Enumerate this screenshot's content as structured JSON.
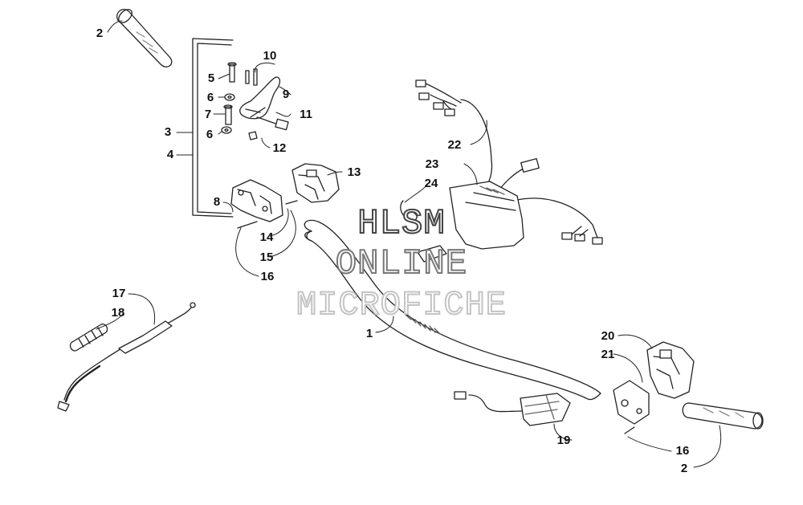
{
  "watermark": {
    "line1": "HLSM",
    "line2": "ONLINE",
    "line3": "MICROFICHE"
  },
  "callouts": [
    {
      "id": "2a",
      "label": "2"
    },
    {
      "id": "3",
      "label": "3"
    },
    {
      "id": "4",
      "label": "4"
    },
    {
      "id": "5",
      "label": "5"
    },
    {
      "id": "6a",
      "label": "6"
    },
    {
      "id": "7",
      "label": "7"
    },
    {
      "id": "6b",
      "label": "6"
    },
    {
      "id": "8",
      "label": "8"
    },
    {
      "id": "9",
      "label": "9"
    },
    {
      "id": "10",
      "label": "10"
    },
    {
      "id": "11",
      "label": "11"
    },
    {
      "id": "12",
      "label": "12"
    },
    {
      "id": "13",
      "label": "13"
    },
    {
      "id": "14",
      "label": "14"
    },
    {
      "id": "15",
      "label": "15"
    },
    {
      "id": "16a",
      "label": "16"
    },
    {
      "id": "17",
      "label": "17"
    },
    {
      "id": "18",
      "label": "18"
    },
    {
      "id": "1",
      "label": "1"
    },
    {
      "id": "22",
      "label": "22"
    },
    {
      "id": "23",
      "label": "23"
    },
    {
      "id": "24",
      "label": "24"
    },
    {
      "id": "20",
      "label": "20"
    },
    {
      "id": "21",
      "label": "21"
    },
    {
      "id": "19",
      "label": "19"
    },
    {
      "id": "16b",
      "label": "16"
    },
    {
      "id": "2b",
      "label": "2"
    }
  ]
}
